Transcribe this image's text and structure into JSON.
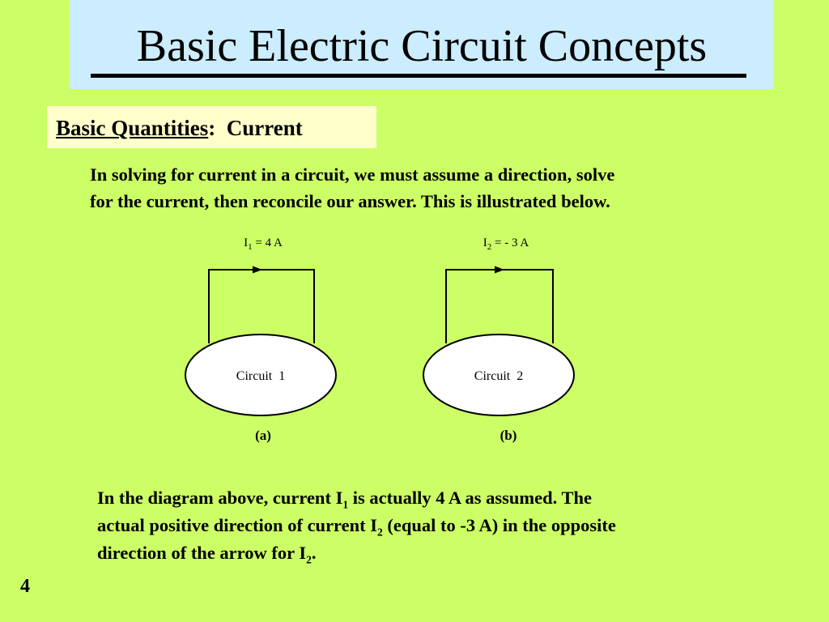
{
  "slide": {
    "title": "Basic Electric Circuit Concepts",
    "subhead": {
      "underlined": "Basic Quantities",
      "colon": ":",
      "rest": "Current"
    },
    "intro_line1": "In solving for current in a circuit, we must assume a direction, solve",
    "intro_line2": "for the current, then reconcile our answer.  This is illustrated below.",
    "diagram": {
      "left": {
        "current_symbol": "I",
        "current_sub": "1",
        "current_value": " = 4 A",
        "circuit_label": "Circuit  1",
        "caption": "(a)"
      },
      "right": {
        "current_symbol": "I",
        "current_sub": "2",
        "current_value": " = - 3 A",
        "circuit_label": "Circuit  2",
        "caption": "(b)"
      }
    },
    "conclusion": {
      "l1_a": "In the diagram above, current I",
      "l1_sub": "1",
      "l1_b": " is actually 4 A as assumed.  The",
      "l2_a": "actual positive direction of current I",
      "l2_sub": "2",
      "l2_b": " (equal to -3 A) in the opposite",
      "l3_a": "direction of the arrow for I",
      "l3_sub": "2",
      "l3_b": "."
    },
    "page_number": "4"
  }
}
